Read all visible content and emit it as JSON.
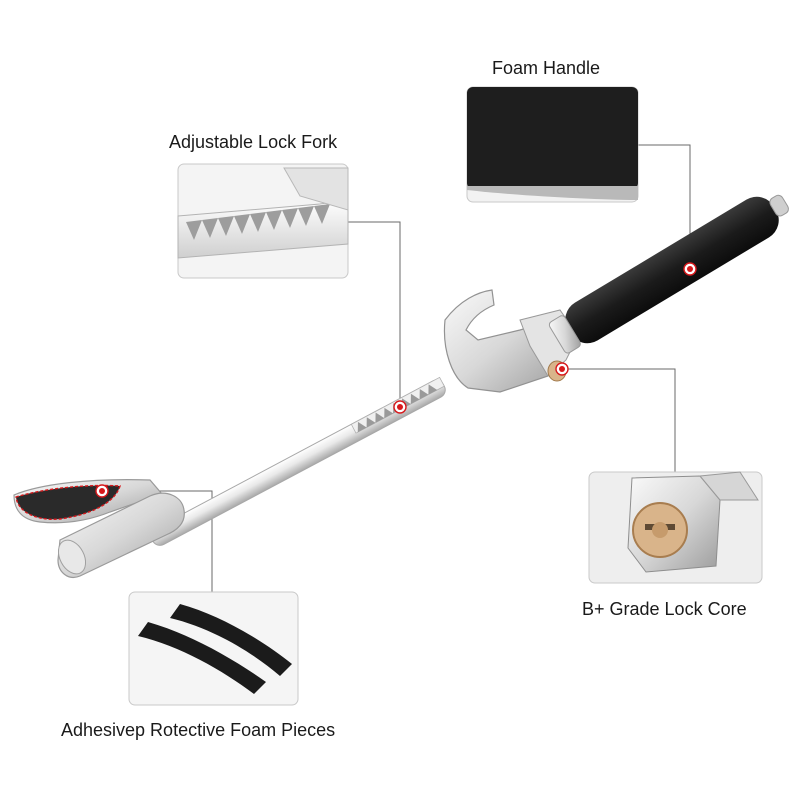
{
  "callouts": {
    "foam_handle": "Foam Handle",
    "lock_fork": "Adjustable Lock Fork",
    "lock_core": "B+ Grade Lock Core",
    "foam_pieces": "Adhesivep Rotective Foam Pieces"
  },
  "colors": {
    "chrome_light": "#f4f4f4",
    "chrome_mid": "#d6d6d6",
    "chrome_dark": "#9a9a9a",
    "foam_black": "#1b1b1b",
    "marker_red": "#d7191c",
    "brass": "#d9b48a",
    "leader_line": "#6a6a6a"
  }
}
